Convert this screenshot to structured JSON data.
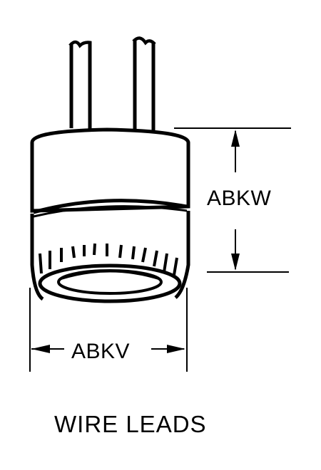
{
  "labels": {
    "height_dimension": "ABKW",
    "width_dimension": "ABKV",
    "caption": "WIRE LEADS"
  },
  "colors": {
    "ink": "#000000",
    "paper": "#ffffff"
  }
}
